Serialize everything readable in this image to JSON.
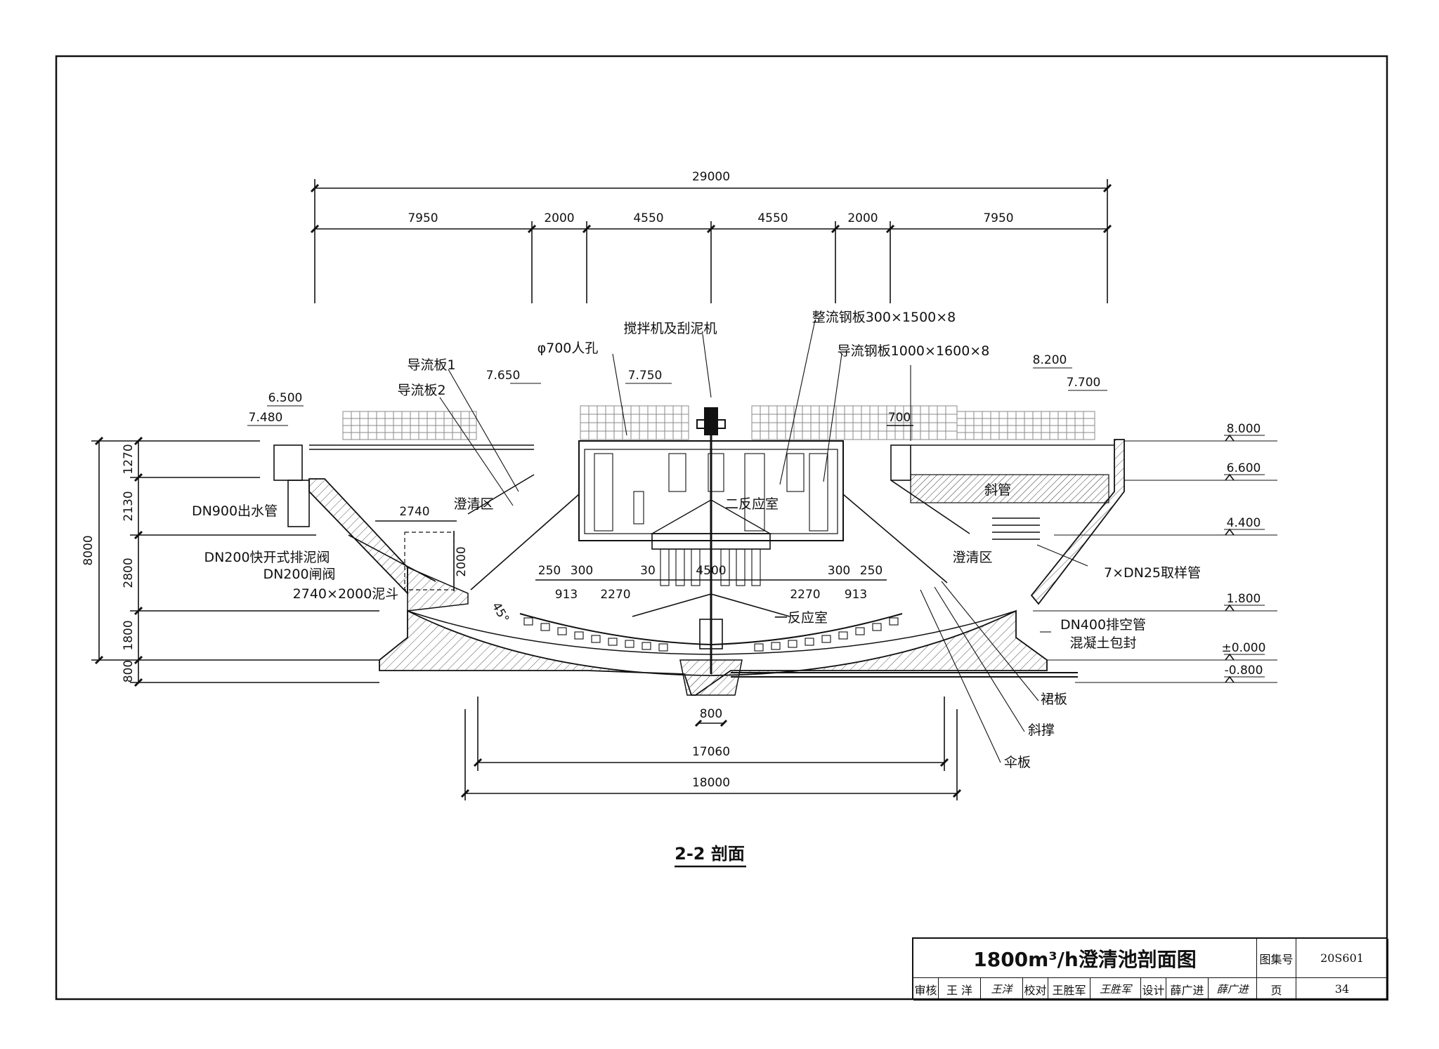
{
  "section": {
    "title": "2-2 剖面"
  },
  "dimensions_top": {
    "overall": "29000",
    "segments": [
      "7950",
      "2000",
      "4550",
      "4550",
      "2000",
      "7950"
    ],
    "right_700": "700"
  },
  "dimensions_left": {
    "total": "8000",
    "segments": [
      "1270",
      "2130",
      "2800",
      "1800",
      "800"
    ]
  },
  "dimensions_bottom": {
    "d800": "800",
    "d17060": "17060",
    "d18000": "18000"
  },
  "dimensions_inner": {
    "d2740": "2740",
    "d2000": "2000",
    "d250a": "250",
    "d300a": "300",
    "d30": "30",
    "d4500": "4500",
    "d300b": "300",
    "d250b": "250",
    "d913a": "913",
    "d2270a": "2270",
    "d2270b": "2270",
    "d913b": "913",
    "angle": "45°"
  },
  "elevations": {
    "e6500": "6.500",
    "e7480": "7.480",
    "e7650": "7.650",
    "e7750": "7.750",
    "e8200": "8.200",
    "e7700": "7.700",
    "e8000": "8.000",
    "e6600": "6.600",
    "e4400": "4.400",
    "e1800": "1.800",
    "e0": "±0.000",
    "em0800": "-0.800"
  },
  "labels": {
    "mixer": "搅拌机及刮泥机",
    "rect_plate": "整流钢板300×1500×8",
    "guide_plate_steel": "导流钢板1000×1600×8",
    "manhole": "φ700人孔",
    "guide1": "导流板1",
    "guide2": "导流板2",
    "outlet": "DN900出水管",
    "clear_left": "澄清区",
    "clear_right": "澄清区",
    "second_reaction": "二反应室",
    "first_reaction": "一反应室",
    "inclined_tube": "斜管",
    "quick_valve": "DN200快开式排泥阀",
    "gate_valve": "DN200闸阀",
    "hopper": "2740×2000泥斗",
    "sample": "7×DN25取样管",
    "drain": "DN400排空管",
    "concrete": "混凝土包封",
    "skirt": "裙板",
    "brace": "斜撑",
    "umbrella": "伞板"
  },
  "title_block": {
    "drawing_title": "1800m³/h澄清池剖面图",
    "atlas_label": "图集号",
    "atlas_no": "20S601",
    "review_label": "审核",
    "reviewer": "王 洋",
    "reviewer_sig": "王洋",
    "check_label": "校对",
    "checker": "王胜军",
    "checker_sig": "王胜军",
    "design_label": "设计",
    "designer": "薛广进",
    "designer_sig": "薛广进",
    "page_label": "页",
    "page_no": "34"
  }
}
